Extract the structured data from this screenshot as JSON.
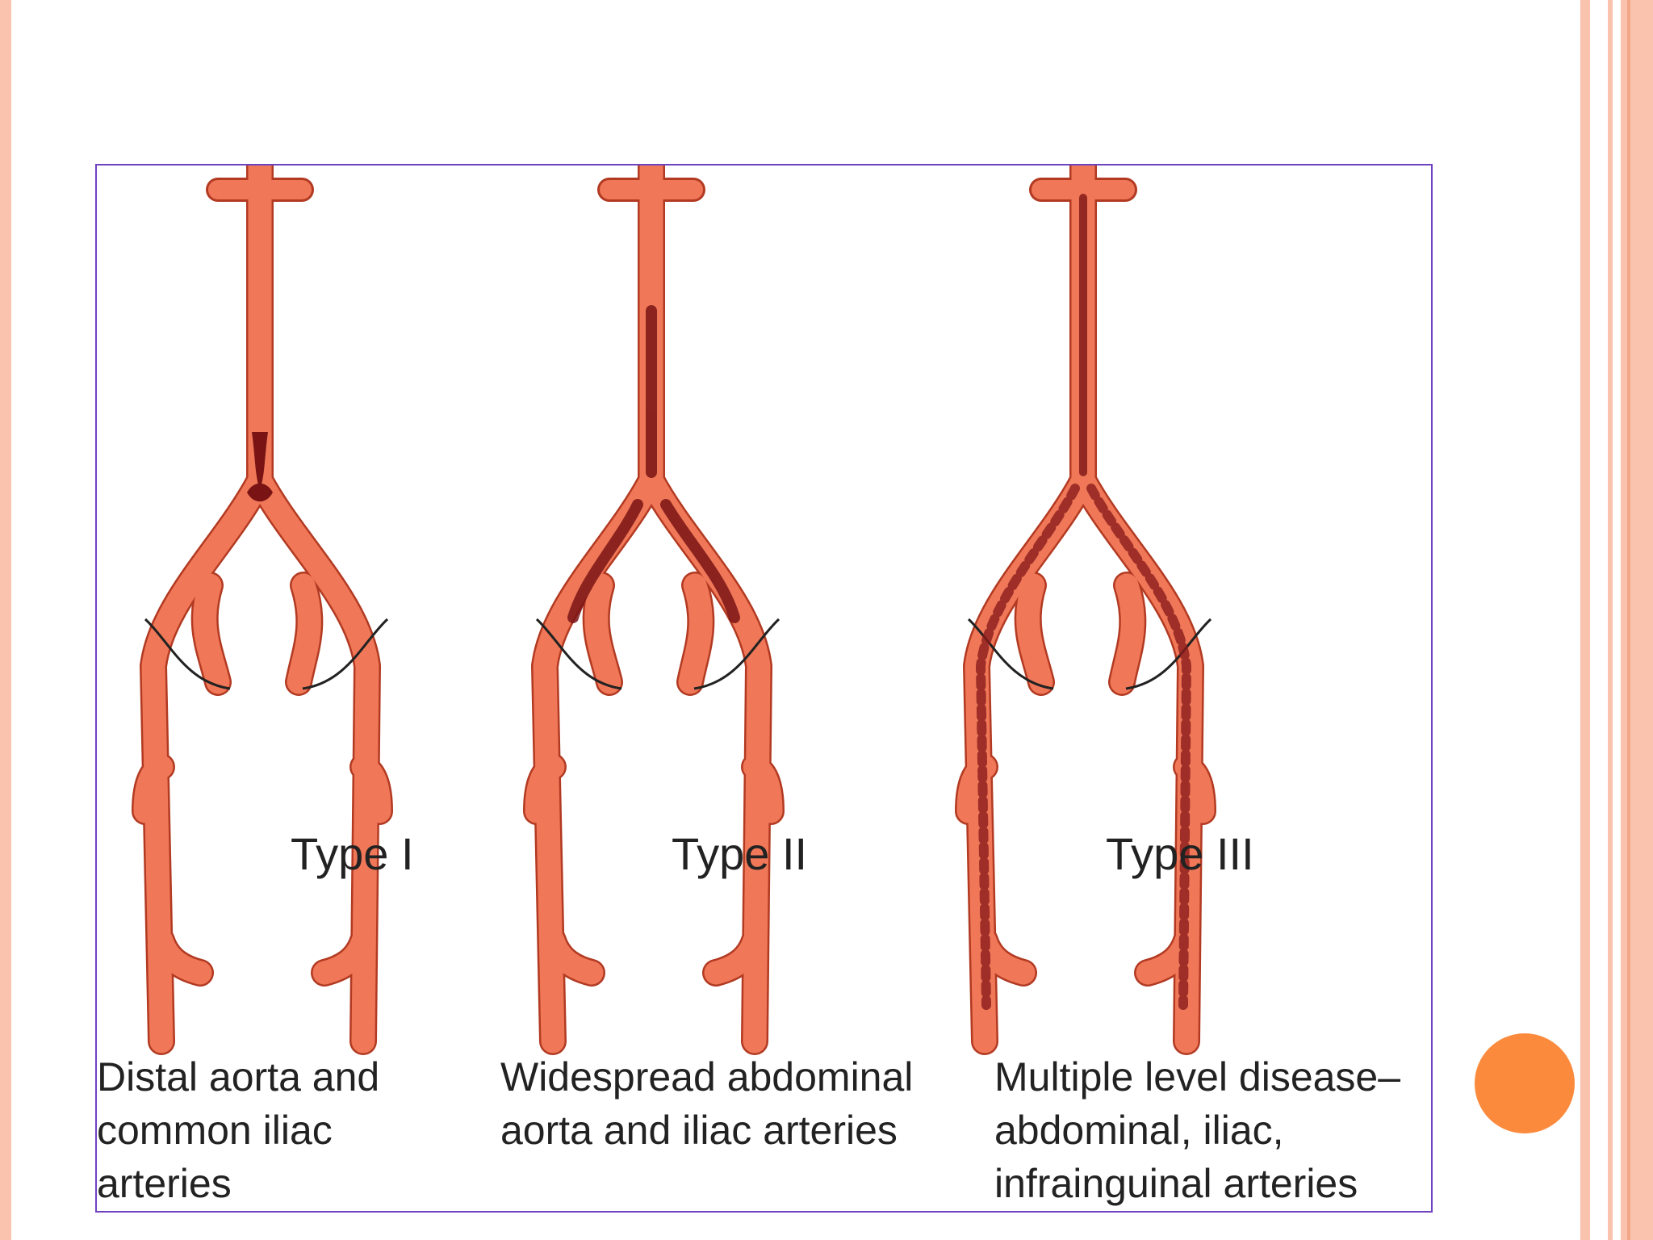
{
  "diagram": {
    "panels": [
      {
        "type_label": "Type I",
        "caption": [
          "Distal aorta and",
          "common iliac",
          "arteries"
        ]
      },
      {
        "type_label": "Type II",
        "caption": [
          "Widespread abdominal",
          "aorta and iliac arteries"
        ]
      },
      {
        "type_label": "Type III",
        "caption": [
          "Multiple level disease–",
          "abdominal, iliac,",
          "infrainguinal arteries"
        ]
      }
    ],
    "colors": {
      "artery": "#f07858",
      "artery_outline": "#b23a22",
      "plaque": "#7a1414",
      "frame": "#6f42c1",
      "accent_dot": "#fb8a3c",
      "slide_border": "#f9c3ad"
    }
  }
}
